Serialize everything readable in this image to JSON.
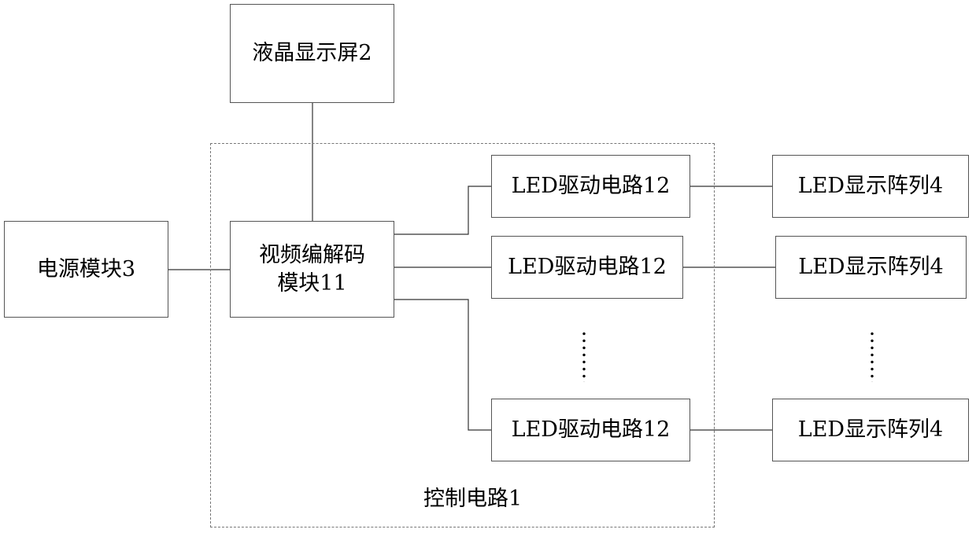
{
  "lcd": {
    "label": "液晶显示屏2"
  },
  "power": {
    "label": "电源模块3"
  },
  "codec": {
    "line1": "视频编解码",
    "line2": "模块11"
  },
  "control_circuit": {
    "label": "控制电路1"
  },
  "drivers": [
    {
      "label": "LED驱动电路12"
    },
    {
      "label": "LED驱动电路12"
    },
    {
      "label": "LED驱动电路12"
    }
  ],
  "arrays": [
    {
      "label": "LED显示阵列4"
    },
    {
      "label": "LED显示阵列4"
    },
    {
      "label": "LED显示阵列4"
    }
  ],
  "ellipsis": "……"
}
